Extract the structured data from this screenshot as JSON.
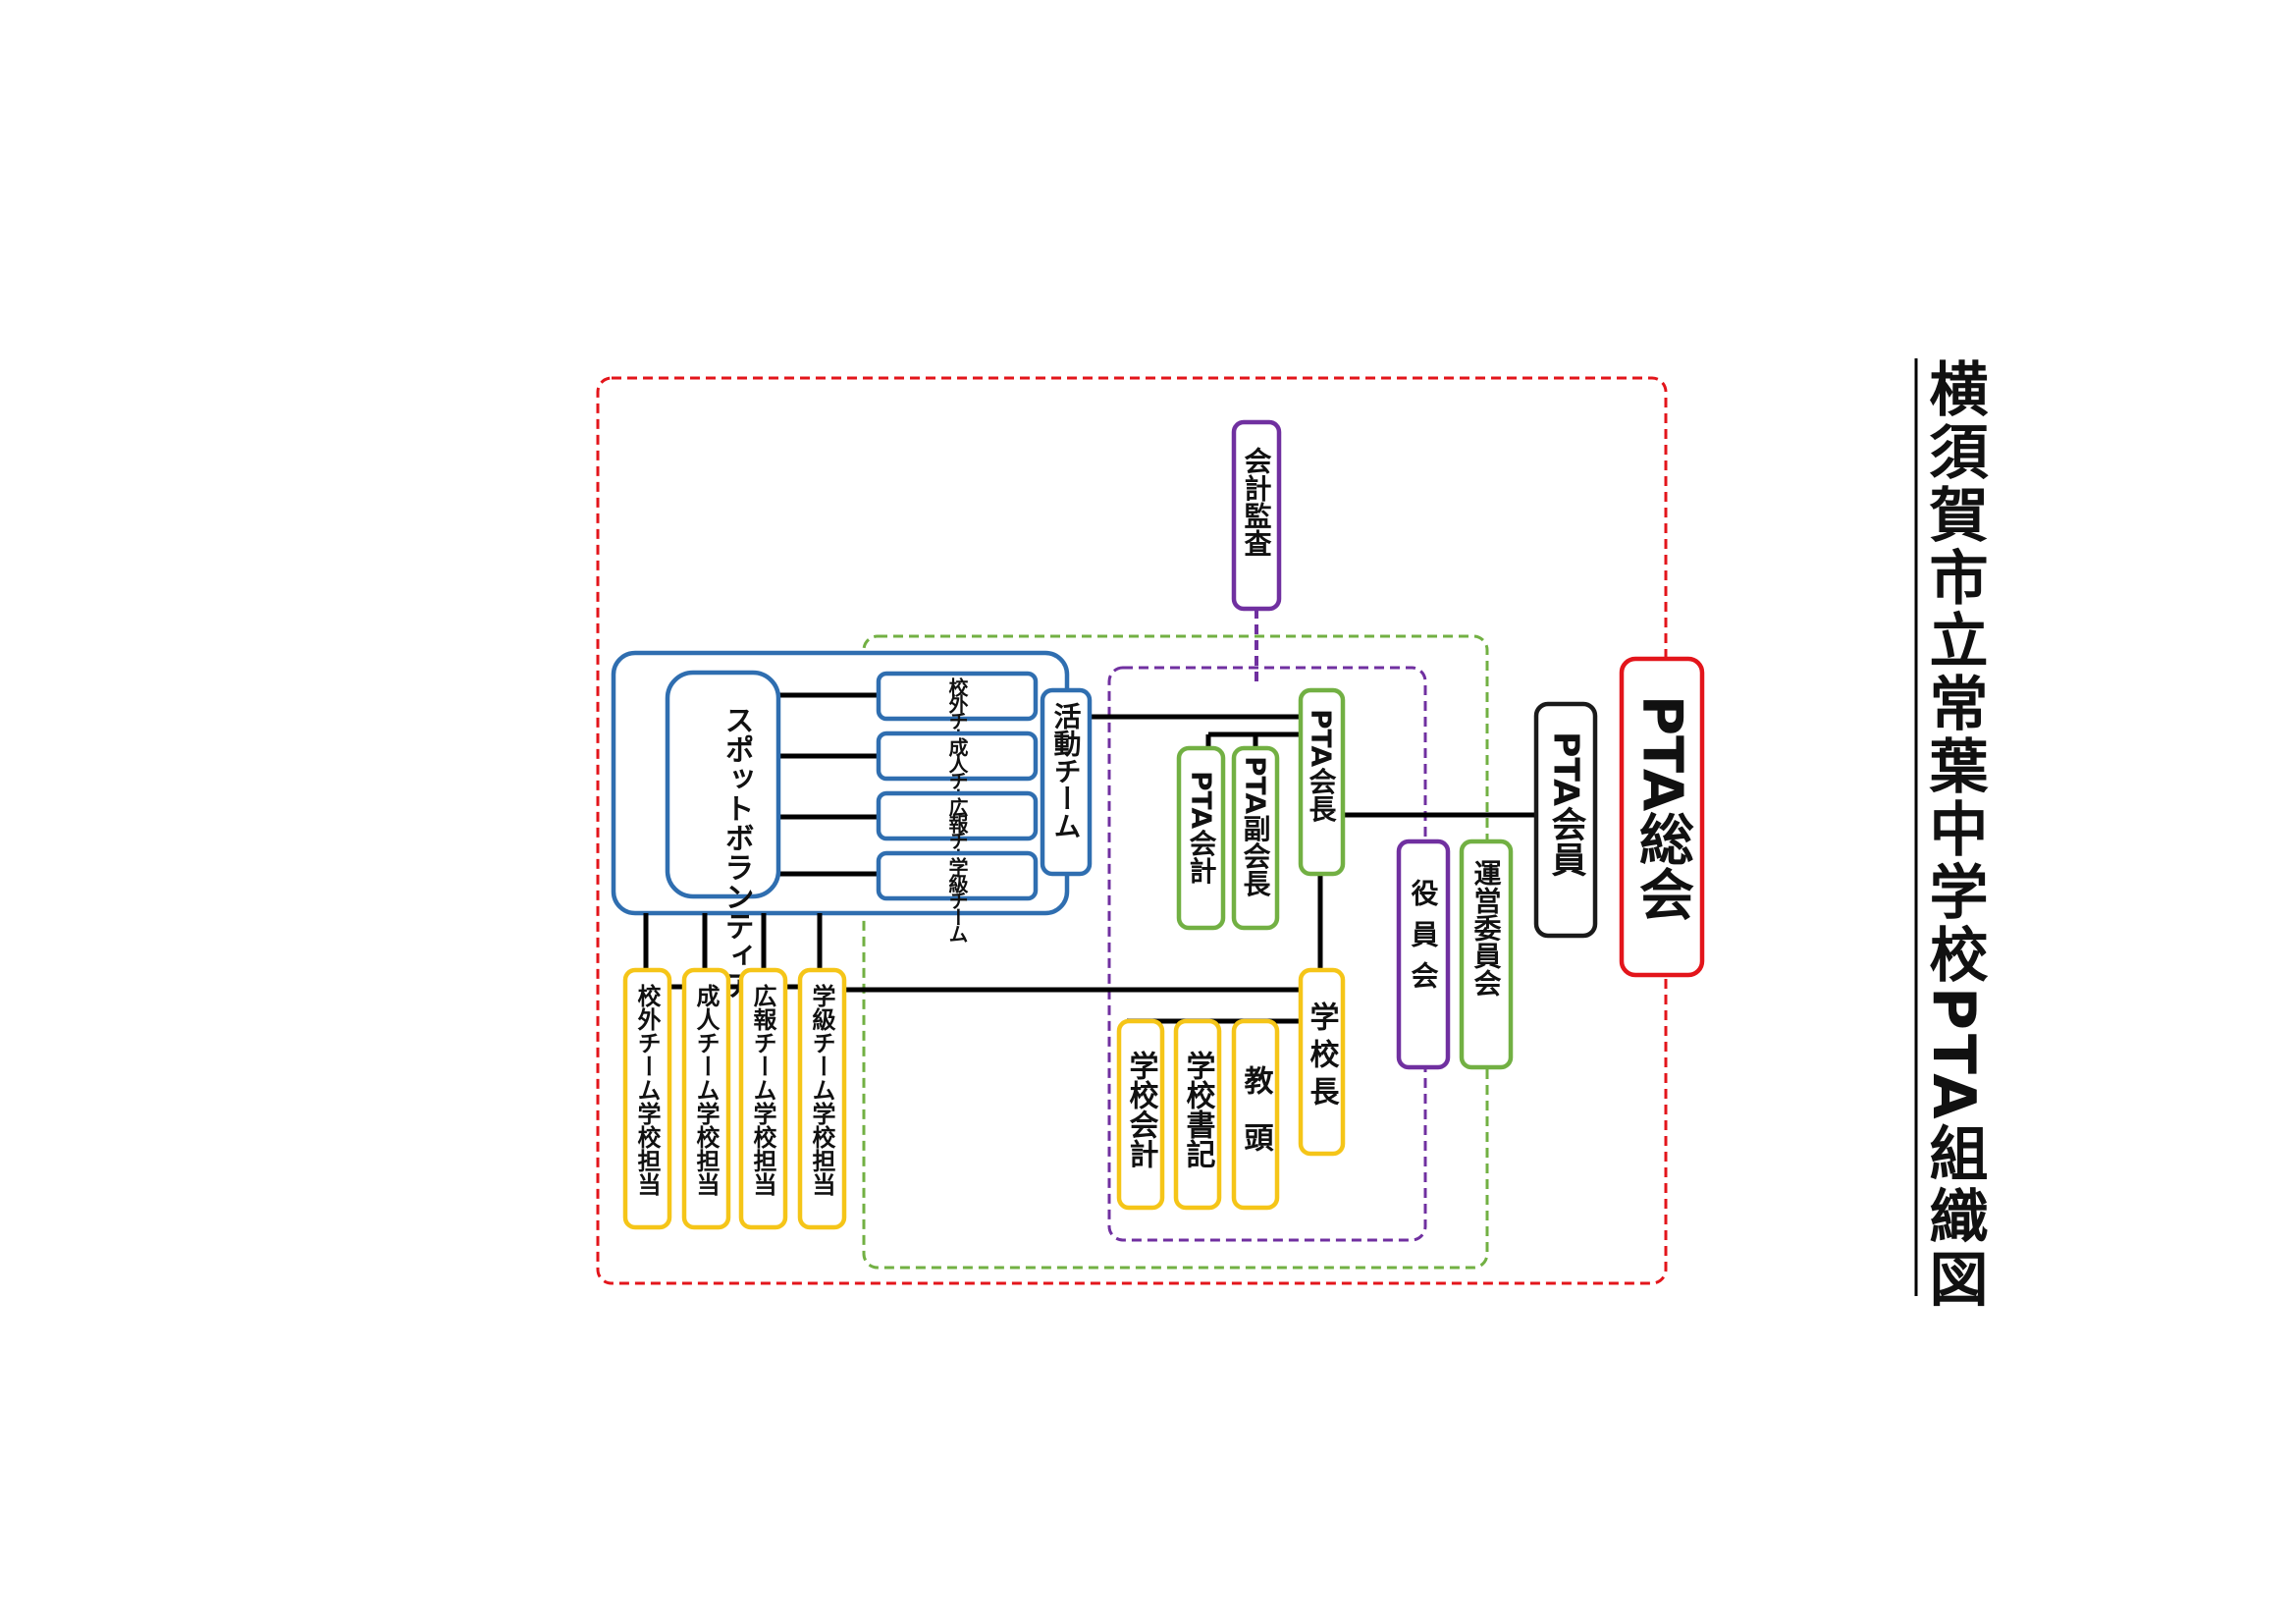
{
  "title": "横須賀市立常葉中学校PTA組織図",
  "colors": {
    "red": "#e3151b",
    "green": "#72b043",
    "purple": "#7030a0",
    "blue": "#2f6eb0",
    "yellow": "#f5c518",
    "black": "#1a1a1a"
  },
  "nodes": {
    "general_meeting": "PTA総会",
    "members": "PTA会員",
    "steering_committee": "運営委員会",
    "officers_meeting": "役員会",
    "audit": "会計監査",
    "president": "PTA会長",
    "vice_president": "PTA副会長",
    "treasurer": "PTA会計",
    "principal": "学校長",
    "vice_principal": "教頭",
    "school_secretary": "学校書記",
    "school_treasurer": "学校会計",
    "activity_team": "活動チーム",
    "team_outside": "校外チーム",
    "team_adult": "成人チーム",
    "team_pr": "広報チーム",
    "team_class": "学級チーム",
    "volunteer": "スポットボランティア",
    "liaison_outside": "校外チーム学校担当",
    "liaison_adult": "成人チーム学校担当",
    "liaison_pr": "広報チーム学校担当",
    "liaison_class": "学級チーム学校担当"
  }
}
